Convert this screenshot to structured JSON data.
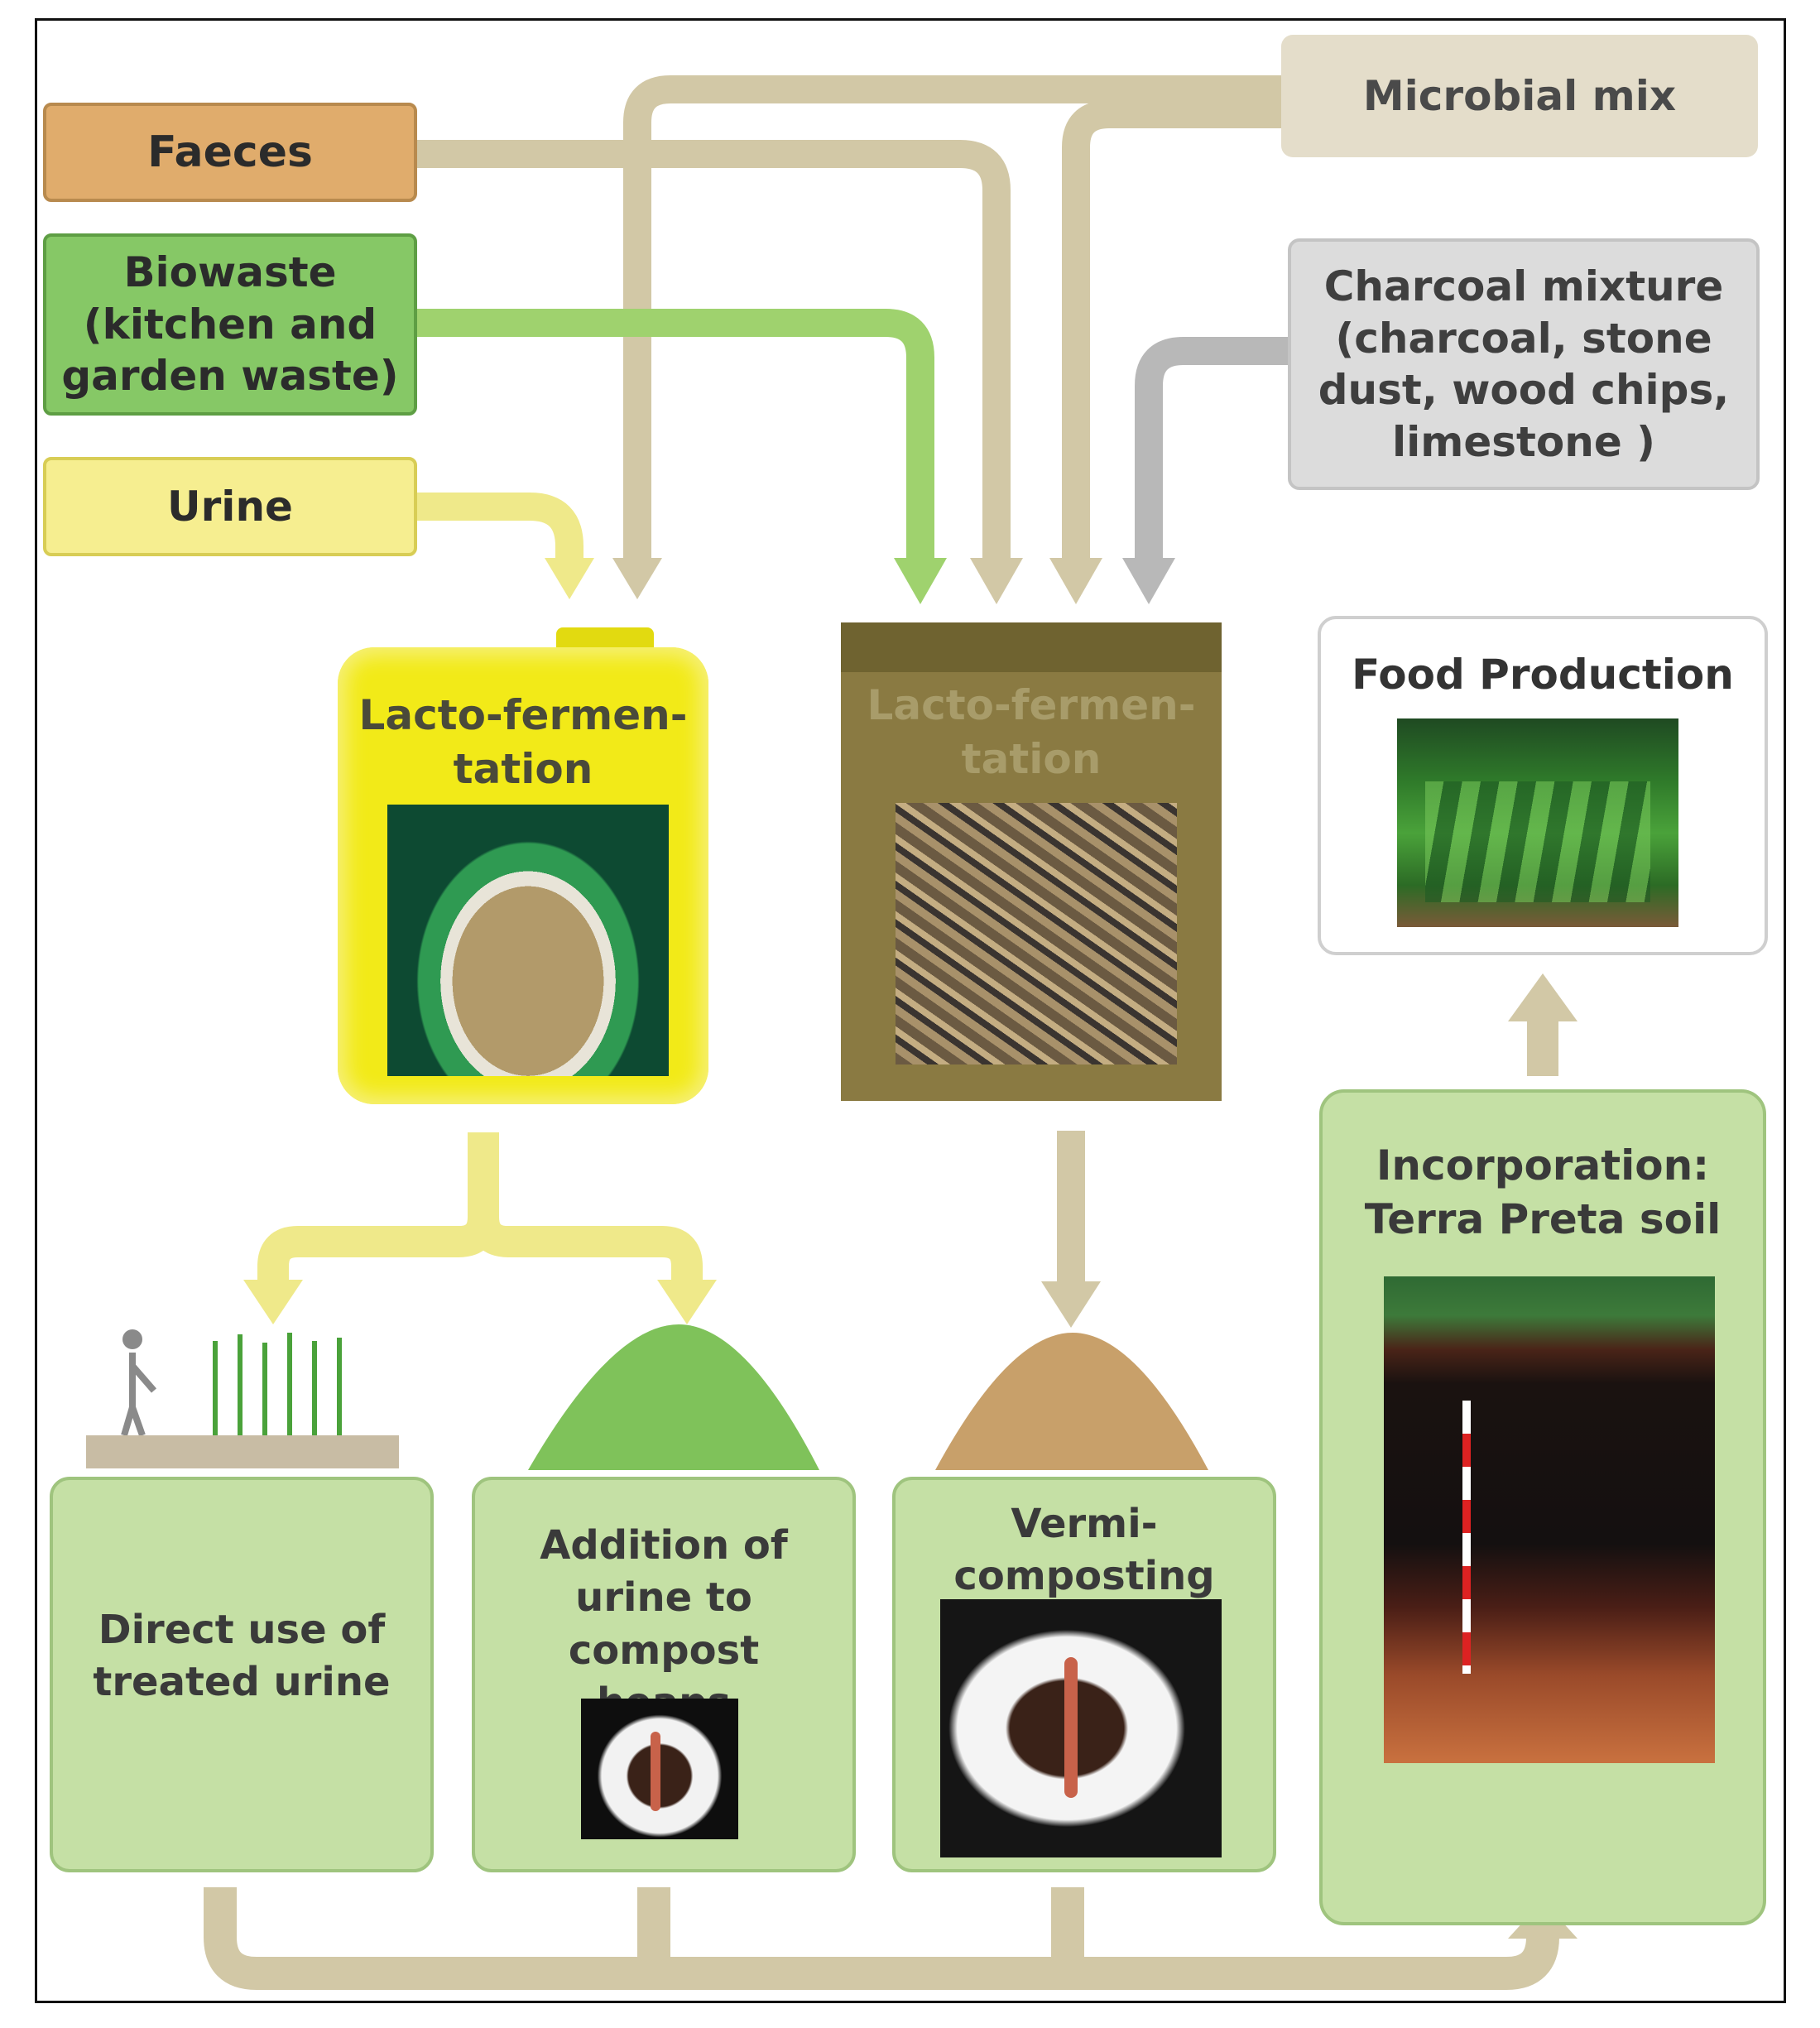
{
  "inputs": {
    "faeces": "Faeces",
    "biowaste": [
      "Biowaste",
      "(kitchen and",
      "garden waste)"
    ],
    "urine": "Urine",
    "microbial": "Microbial mix",
    "charcoal": [
      "Charcoal mixture",
      "(charcoal, stone",
      "dust, wood chips,",
      "limestone )"
    ]
  },
  "tanks": {
    "urine_title": [
      "Lacto-fermen-",
      "tation"
    ],
    "biowaste_title": [
      "Lacto-fermen-",
      "tation"
    ]
  },
  "outputs": {
    "direct_use": [
      "Direct use of",
      "treated urine"
    ],
    "addition": [
      "Addition of",
      "urine to compost",
      "heaps"
    ],
    "vermi": [
      "Vermi-",
      "composting"
    ],
    "terra": [
      "Incorporation:",
      "Terra Preta soil"
    ],
    "food": "Food Production"
  },
  "colors": {
    "faeces": "#e0ac6c",
    "biowaste": "#86c866",
    "urine": "#f6ee90",
    "microbial": "#e4ddca",
    "charcoal": "#dcdcdc",
    "output_box": "#c5e0a5",
    "arrow_tan": "#d2c8a6",
    "arrow_green": "#9fd26e",
    "arrow_yellow": "#efe98a",
    "arrow_gray": "#b8b8b8"
  }
}
